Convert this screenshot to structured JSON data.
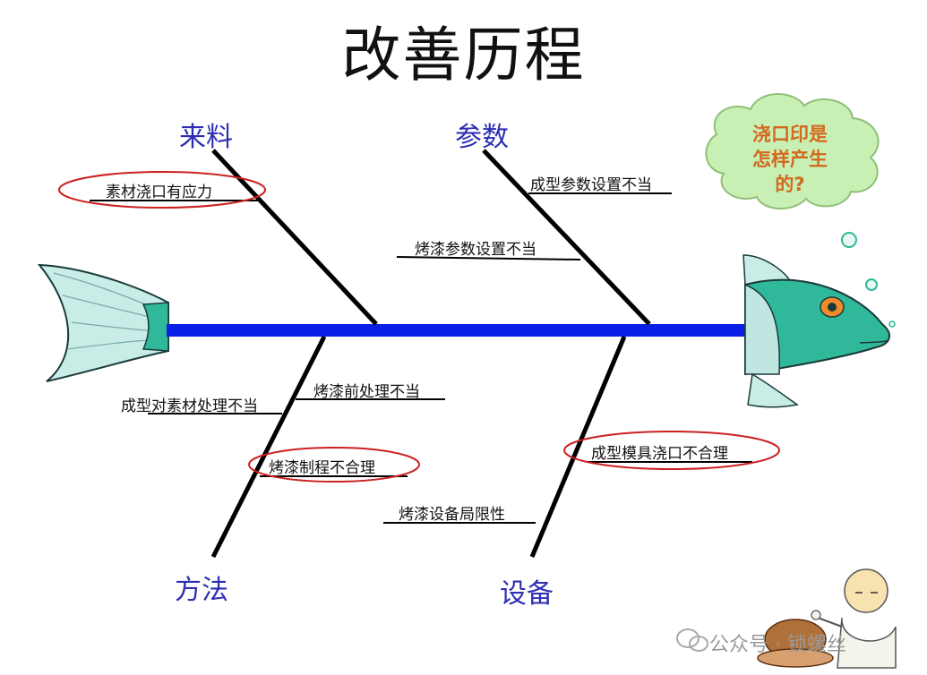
{
  "title": "改善历程",
  "categories": {
    "materials": "来料",
    "parameters": "参数",
    "methods": "方法",
    "equipment": "设备"
  },
  "causes": {
    "material_stress": "素材浇口有应力",
    "param_molding": "成型参数设置不当",
    "param_baking": "烤漆参数设置不当",
    "method_pretreatment": "成型对素材处理不当",
    "method_baking_pre": "烤漆前处理不当",
    "method_process": "烤漆制程不合理",
    "equip_mold_gate": "成型模具浇口不合理",
    "equip_baking_limit": "烤漆设备局限性"
  },
  "question": {
    "line1": "浇口印是",
    "line2": "怎样产生",
    "line3": "的?"
  },
  "watermark": "公众号 · 锁螺丝",
  "colors": {
    "spine": "#0a1ee6",
    "category_text": "#2d2db4",
    "fish": "#2fb89a",
    "fish_light": "#bfe6e0",
    "cloud": "#c9f0b4",
    "question_text": "#d2691e",
    "highlight_ellipse": "#cc2020"
  },
  "highlighted_causes": [
    "素材浇口有应力",
    "烤漆制程不合理",
    "成型模具浇口不合理"
  ]
}
